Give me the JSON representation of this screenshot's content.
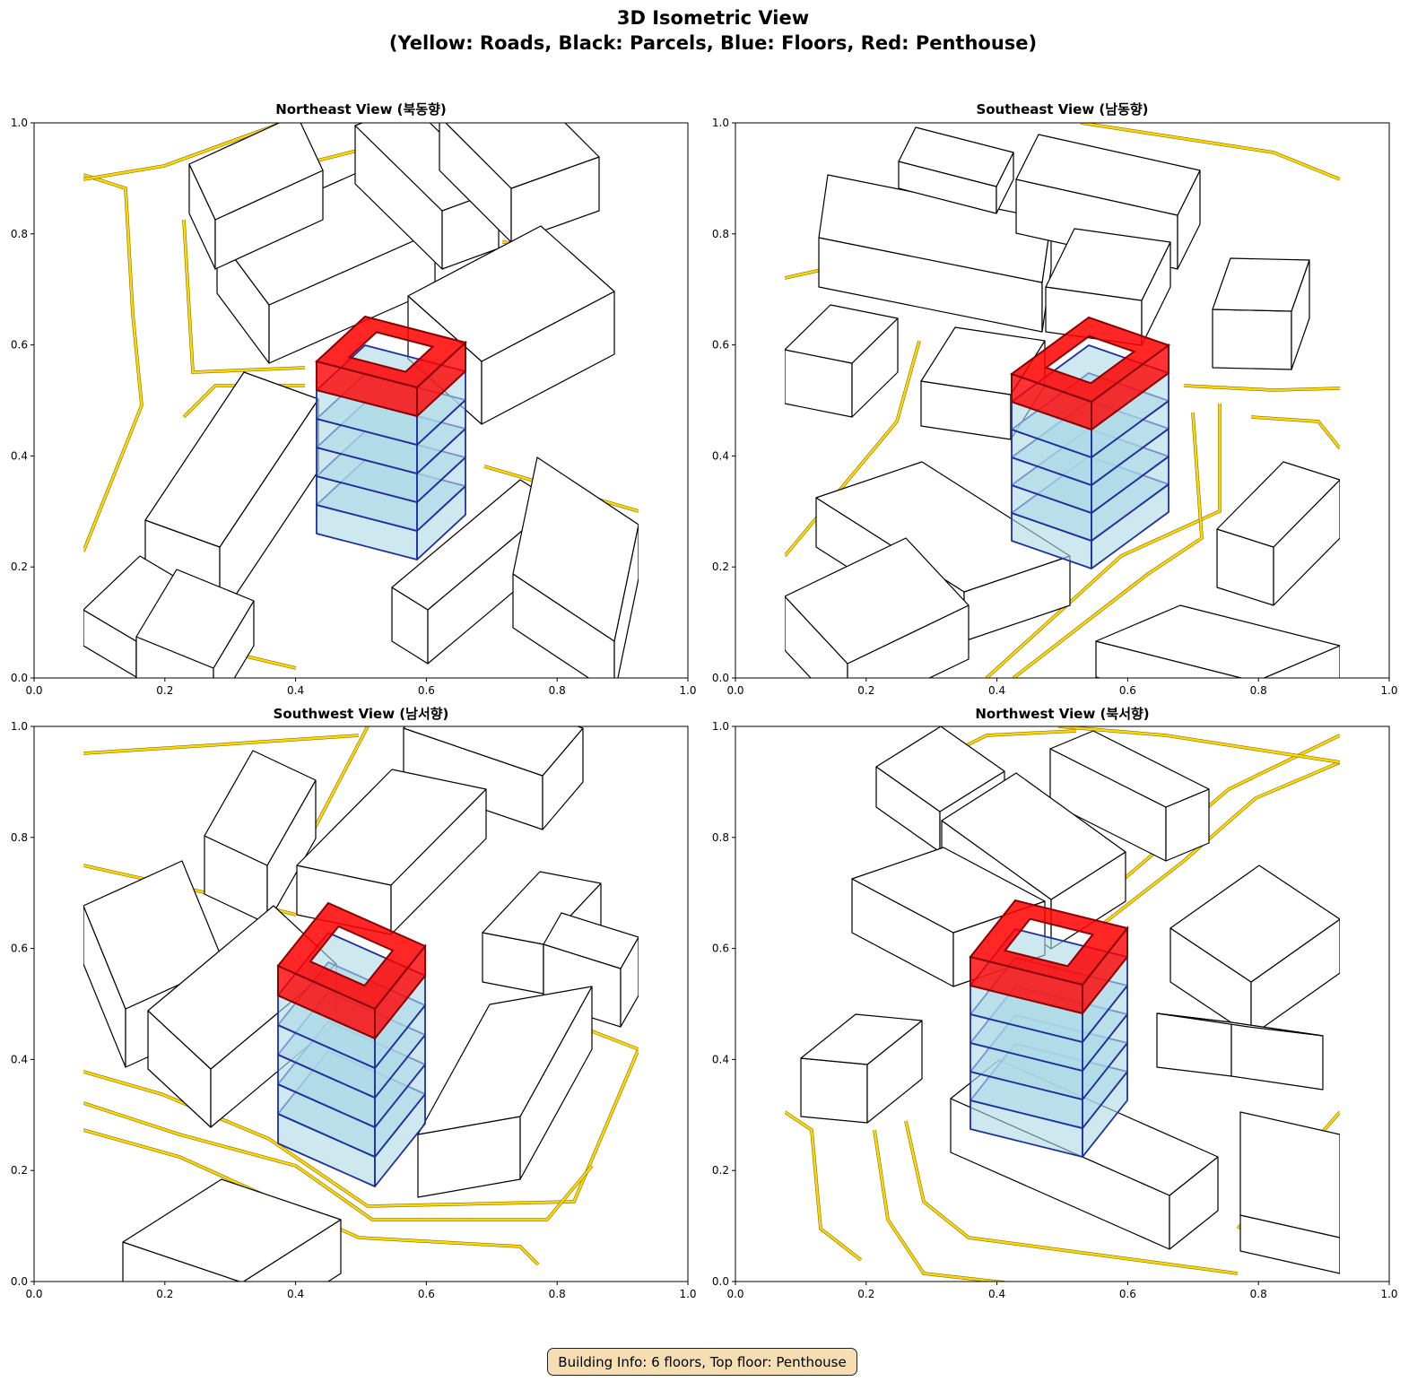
{
  "figure": {
    "title_line1": "3D Isometric View",
    "title_line2": "(Yellow: Roads, Black: Parcels, Blue: Floors, Red: Penthouse)",
    "info_box": "Building Info: 6 floors, Top floor: Penthouse"
  },
  "colors": {
    "road": "#FFD700",
    "parcel": "#000000",
    "floor_fill": "#ADD8E6",
    "floor_edge": "#1F2FA0",
    "penthouse": "#FF0000",
    "penthouse_edge": "#8B0000"
  },
  "chart_data": [
    {
      "type": "isometric-3d",
      "title": "Northeast View (북동향)",
      "xlim": [
        0,
        1
      ],
      "ylim": [
        0,
        1
      ],
      "xticks": [
        "0.0",
        "0.2",
        "0.4",
        "0.6",
        "0.8",
        "1.0"
      ],
      "yticks": [
        "0.0",
        "0.2",
        "0.4",
        "0.6",
        "0.8",
        "1.0"
      ],
      "floors": 6,
      "top_floor": "Penthouse"
    },
    {
      "type": "isometric-3d",
      "title": "Southeast View (남동향)",
      "xlim": [
        0,
        1
      ],
      "ylim": [
        0,
        1
      ],
      "xticks": [
        "0.0",
        "0.2",
        "0.4",
        "0.6",
        "0.8",
        "1.0"
      ],
      "yticks": [
        "0.0",
        "0.2",
        "0.4",
        "0.6",
        "0.8",
        "1.0"
      ],
      "floors": 6,
      "top_floor": "Penthouse"
    },
    {
      "type": "isometric-3d",
      "title": "Southwest View (남서향)",
      "xlim": [
        0,
        1
      ],
      "ylim": [
        0,
        1
      ],
      "xticks": [
        "0.0",
        "0.2",
        "0.4",
        "0.6",
        "0.8",
        "1.0"
      ],
      "yticks": [
        "0.0",
        "0.2",
        "0.4",
        "0.6",
        "0.8",
        "1.0"
      ],
      "floors": 6,
      "top_floor": "Penthouse"
    },
    {
      "type": "isometric-3d",
      "title": "Northwest View (북서향)",
      "xlim": [
        0,
        1
      ],
      "ylim": [
        0,
        1
      ],
      "xticks": [
        "0.0",
        "0.2",
        "0.4",
        "0.6",
        "0.8",
        "1.0"
      ],
      "yticks": [
        "0.0",
        "0.2",
        "0.4",
        "0.6",
        "0.8",
        "1.0"
      ],
      "floors": 6,
      "top_floor": "Penthouse"
    }
  ]
}
